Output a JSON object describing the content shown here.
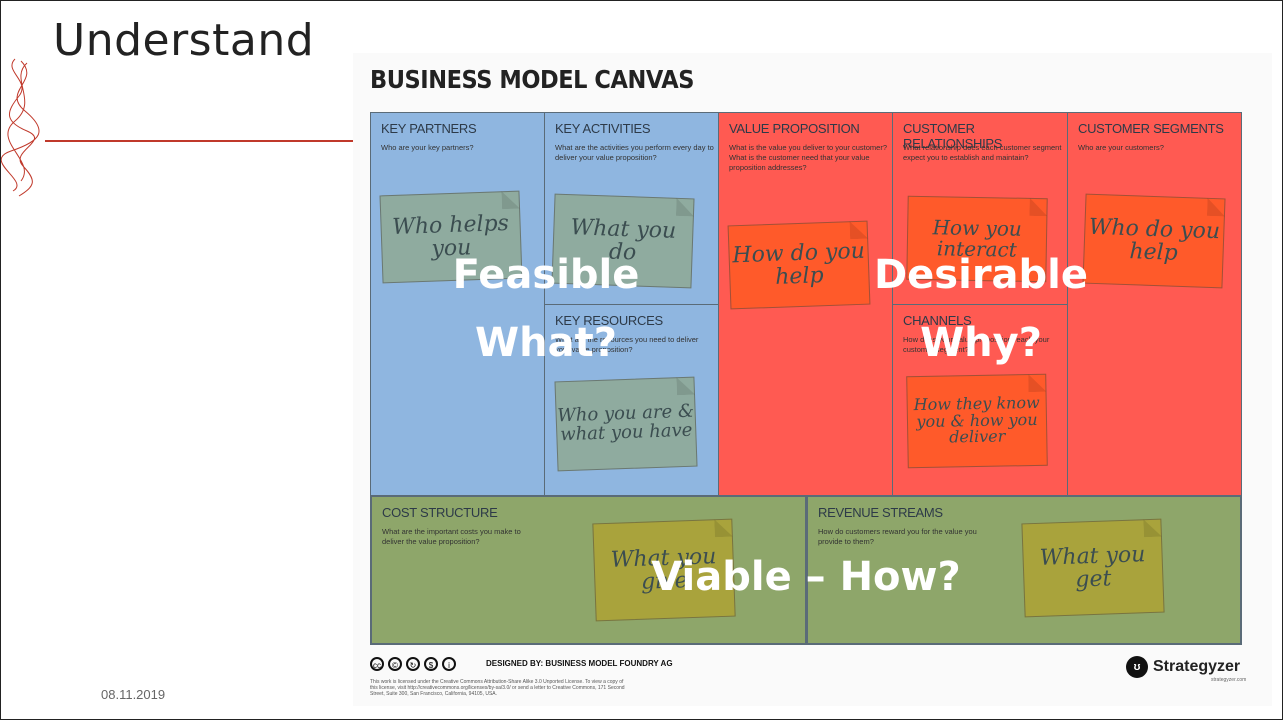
{
  "slide": {
    "title": "Understand",
    "date": "08.11.2019"
  },
  "canvas": {
    "heading": "BUSINESS MODEL CANVAS",
    "cells": {
      "key_partners": {
        "title": "KEY PARTNERS",
        "desc": "Who are your key partners?"
      },
      "key_activities": {
        "title": "KEY ACTIVITIES",
        "desc": "What are the activities you perform every day to deliver your value proposition?"
      },
      "key_resources": {
        "title": "KEY RESOURCES",
        "desc": "What are the resources you need to deliver your value proposition?"
      },
      "value_proposition": {
        "title": "VALUE PROPOSITION",
        "desc": "What is the value you deliver to your customer? What is the customer need that your value proposition addresses?"
      },
      "customer_relationships": {
        "title": "CUSTOMER RELATIONSHIPS",
        "desc": "What relationship does each customer segment expect you to establish and maintain?"
      },
      "channels": {
        "title": "CHANNELS",
        "desc": "How does your value proposition reach your customer segment?"
      },
      "customer_segments": {
        "title": "CUSTOMER SEGMENTS",
        "desc": "Who are your customers?"
      },
      "cost_structure": {
        "title": "COST STRUCTURE",
        "desc": "What are the important costs you make to deliver the value proposition?"
      },
      "revenue_streams": {
        "title": "REVENUE STREAMS",
        "desc": "How do customers reward you for the value you provide to them?"
      }
    },
    "notes": {
      "partners": "Who helps you",
      "activities": "What you do",
      "resources": "Who you are & what you have",
      "value": "How do you help",
      "relationships": "How you interact",
      "channels": "How they know you & how you deliver",
      "segments": "Who do you help",
      "cost": "What you give",
      "revenue": "What you get"
    },
    "overlays": {
      "feasible": "Feasible",
      "what": "What?",
      "desirable": "Desirable",
      "why": "Why?",
      "viable": "Viable – How?"
    },
    "footer": {
      "foundry": "DESIGNED BY: BUSINESS MODEL FOUNDRY AG",
      "license": "This work is licensed under the Creative Commons Attribution-Share Alike 3.0 Unported License. To view a copy of this license, visit http://creativecommons.org/licenses/by-sa/3.0/ or send a letter to Creative Commons, 171 Second Street, Suite 300, San Francisco, California, 94105, USA.",
      "brand": "Strategyzer",
      "brand_sub": "strategyzer.com"
    },
    "colors": {
      "blue_zone": "#8fb6e0",
      "red_zone": "#ff5a52",
      "green_zone": "#8ea66a",
      "note_blue": "#8fab9f",
      "note_red": "#ff5a2a",
      "note_green": "#a9a33c"
    }
  }
}
